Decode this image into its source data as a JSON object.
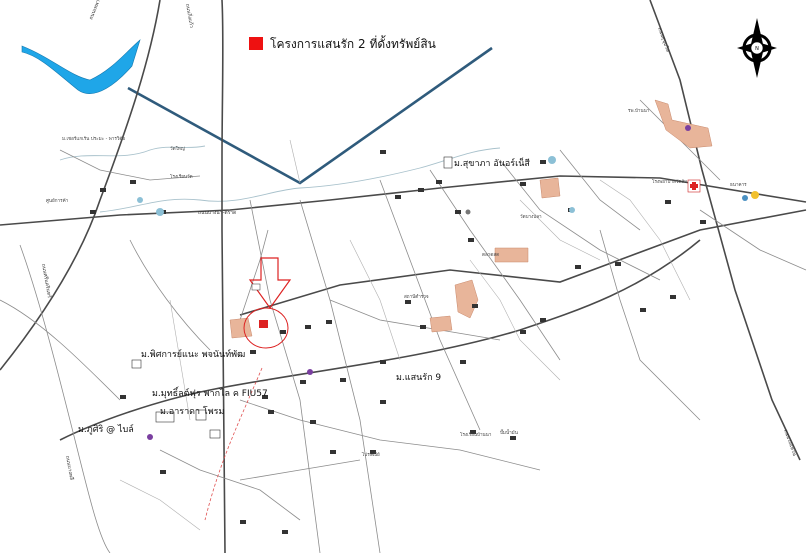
{
  "legend": {
    "swatch_color": "#ee1111",
    "label": "โครงการแสนรัก 2  ที่ดั้งทรัพย์สิน"
  },
  "compass": {
    "letter": "N"
  },
  "colors": {
    "river": "#1fa6e8",
    "canal": "#2f5b7c",
    "project": "#dd2222",
    "poi_zone": "#e8b59a"
  },
  "landmarks": [
    {
      "id": "mu-uthai",
      "text": "ม.เชอร์แกเร้น ประมะ - พารวิดัย"
    },
    {
      "id": "mu-sukhaphat",
      "text": "ม.สุขาภา อันอร์เน็สี"
    },
    {
      "id": "mu-pattana",
      "text": "ม.พิศการย์แนะ พจนันท์พัฒ"
    },
    {
      "id": "mu-park",
      "text": "ม.มุทธิ์ลต์ฟุร พากไล ค FIU57"
    },
    {
      "id": "mu-pornpimol",
      "text": "ม.อาราดา โพรม"
    },
    {
      "id": "mu-pusiri",
      "text": "ม.ภูศิริ @ ไบล์"
    },
    {
      "id": "mu-saenrak",
      "text": "ม.แสนรัก 9"
    }
  ],
  "poi_labels": [
    "รพ.บ้านนา",
    "โรงพยาบาลวัดส้ม",
    "วัดบางปลา",
    "ตลาดสด",
    "สถานีตำรวจ",
    "โรงเรียนบ้านนา",
    "ปั๊มน้ำมัน",
    "ไปรษณีย์",
    "วัดใหญ่",
    "โรงเรียนวัด",
    "ศูนย์การค้า",
    "ธนาคาร"
  ],
  "road_labels": [
    "ถนนบางนา-ตราด",
    "ถนนเทพารักษ์",
    "ถนนกิ่งแก้ว",
    "ถนนสุขุมวิท",
    "ถนนศรีนครินทร์",
    "ถนนบางพลี",
    "ถนนวงแหวน"
  ]
}
